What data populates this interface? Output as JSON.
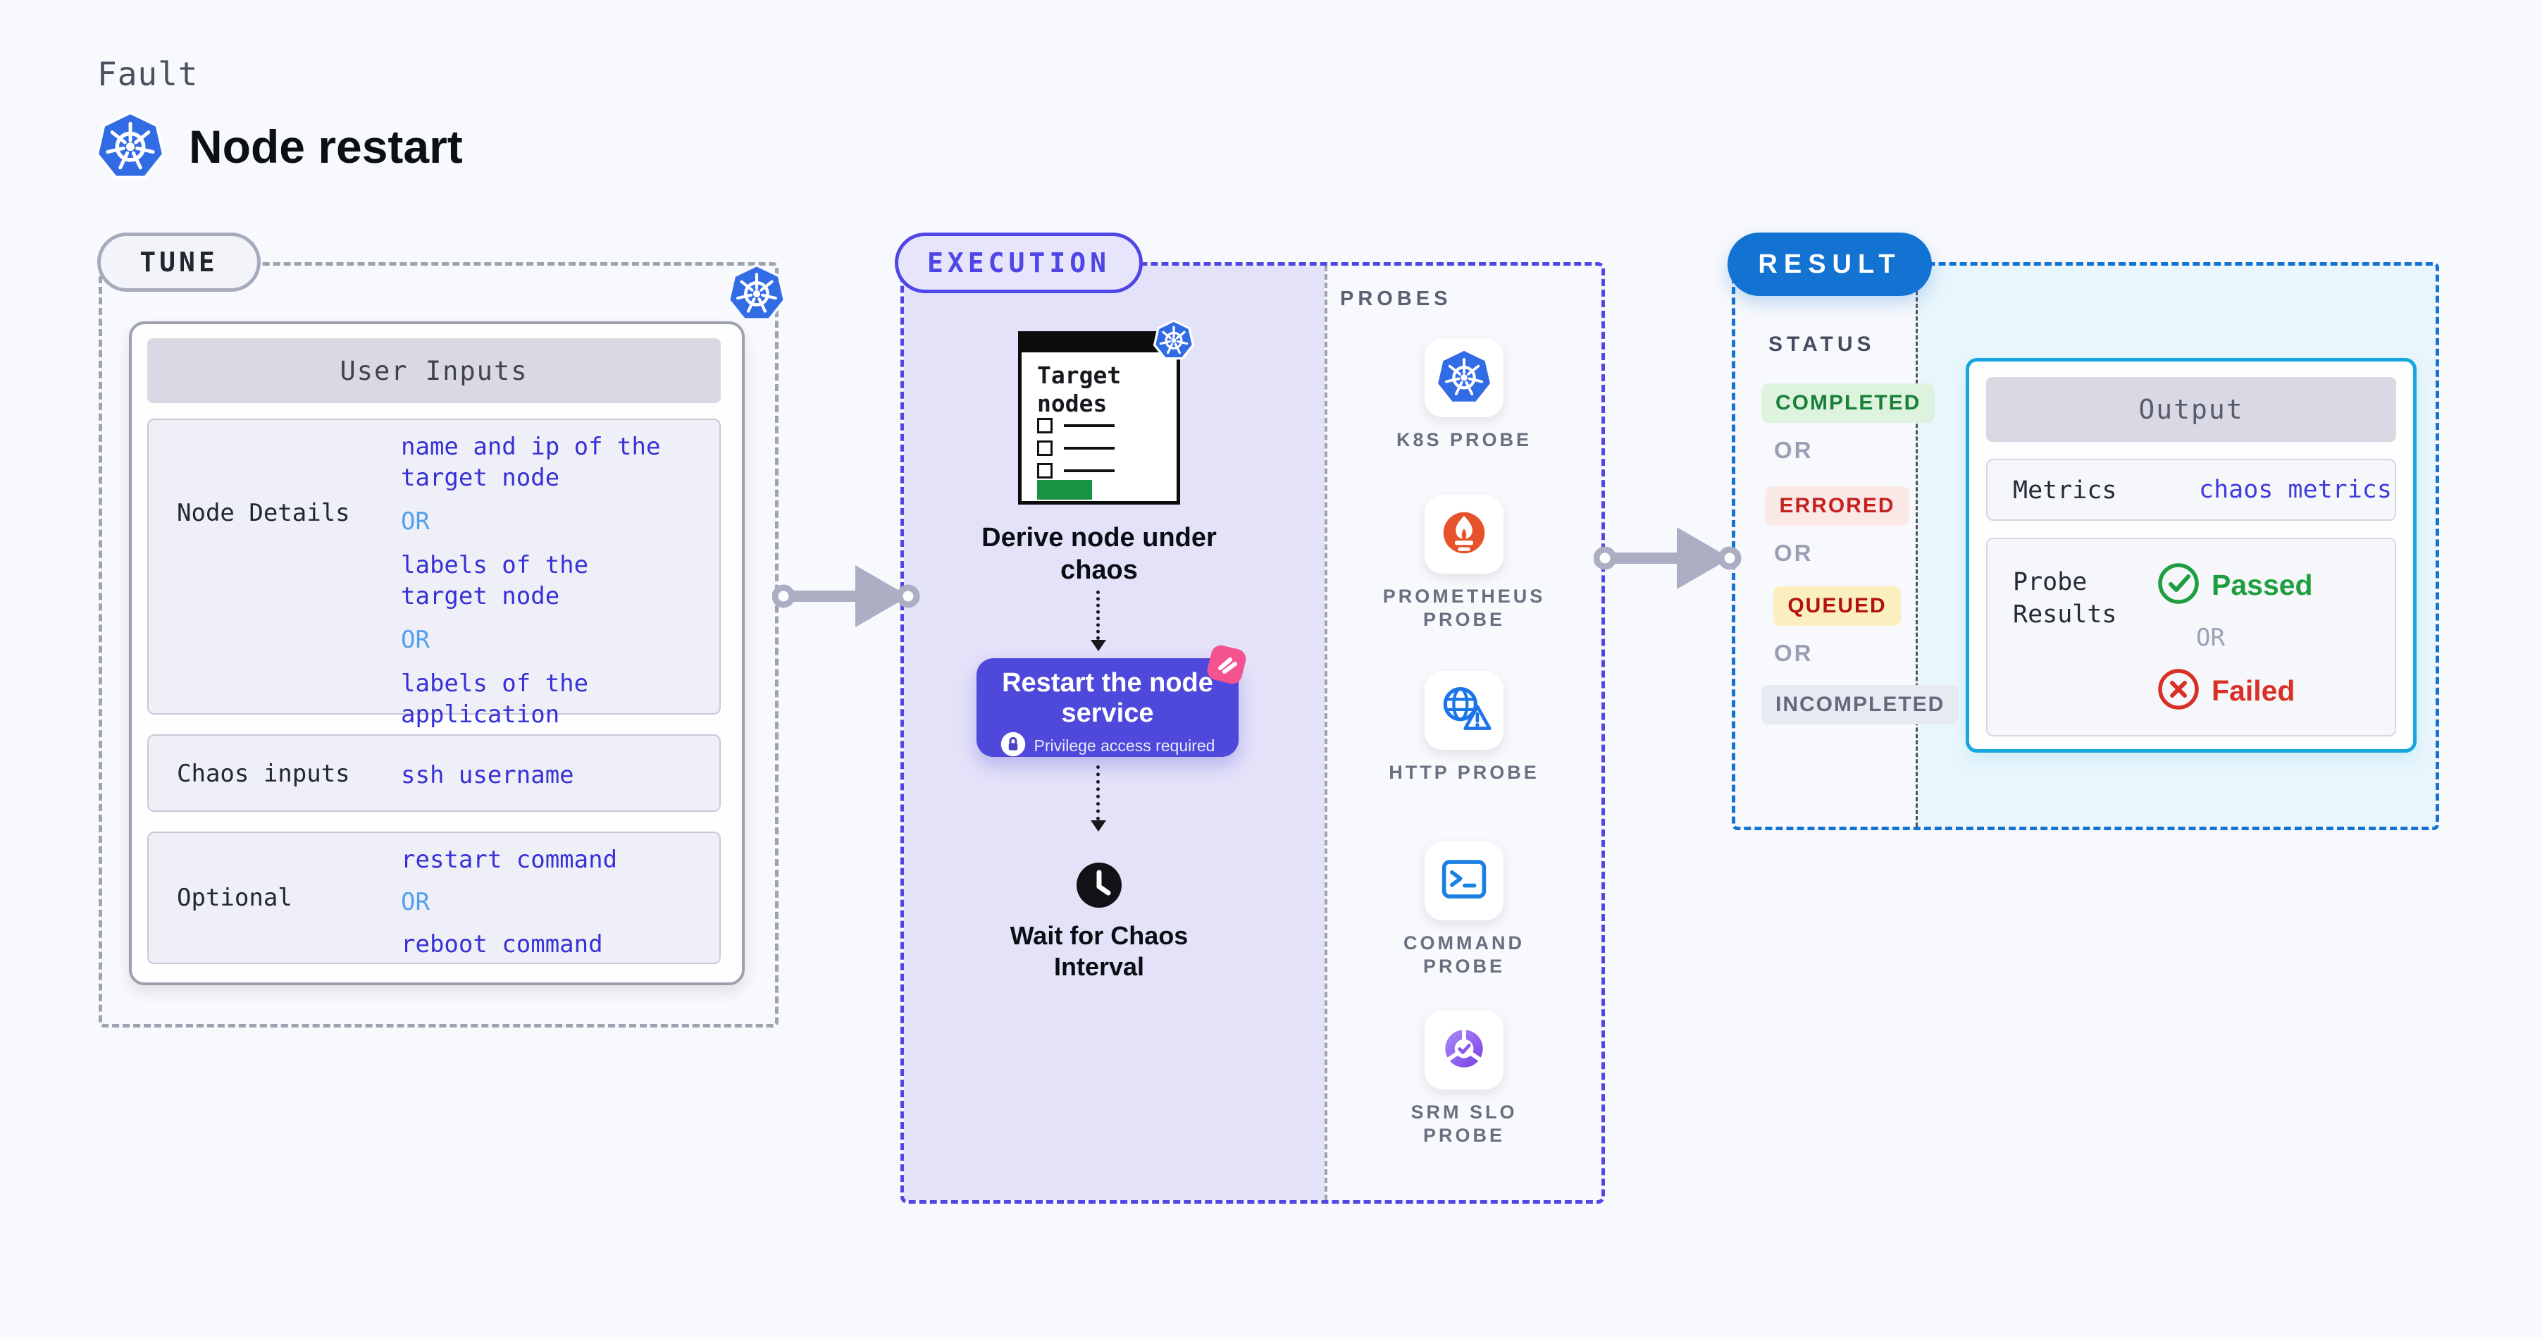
{
  "header": {
    "eyebrow": "Fault",
    "title": "Node restart",
    "icon": "kubernetes-logo"
  },
  "tune": {
    "label": "TUNE",
    "table_header": "User Inputs",
    "or_label": "OR",
    "rows": [
      {
        "label": "Node Details",
        "segments": [
          {
            "type": "value",
            "text": "name and ip of the\ntarget node"
          },
          {
            "type": "or",
            "text": "OR"
          },
          {
            "type": "value",
            "text": "labels of the\ntarget node"
          },
          {
            "type": "or",
            "text": "OR"
          },
          {
            "type": "value",
            "text": "labels of the application\n scheduled on target node"
          }
        ]
      },
      {
        "label": "Chaos inputs",
        "segments": [
          {
            "type": "value",
            "text": "ssh username"
          }
        ]
      },
      {
        "label": "Optional",
        "segments": [
          {
            "type": "value",
            "text": "restart command"
          },
          {
            "type": "or",
            "text": "OR"
          },
          {
            "type": "value",
            "text": "reboot command"
          }
        ]
      }
    ]
  },
  "execution": {
    "label": "EXECUTION",
    "target_card": {
      "title": "Target\nnodes",
      "icon": "kubernetes-icon"
    },
    "derive_label": "Derive node under\nchaos",
    "restart": {
      "title": "Restart the node\nservice",
      "subtitle": "Privilege access required",
      "icon": "lock-icon",
      "corner_icon": "chaos-pink-icon"
    },
    "wait_label": "Wait for Chaos\nInterval",
    "wait_icon": "clock-icon"
  },
  "probes": {
    "label": "PROBES",
    "items": [
      {
        "name": "K8S PROBE",
        "icon": "kubernetes-icon"
      },
      {
        "name": "PROMETHEUS\nPROBE",
        "icon": "prometheus-icon"
      },
      {
        "name": "HTTP PROBE",
        "icon": "globe-warning-icon"
      },
      {
        "name": "COMMAND\nPROBE",
        "icon": "terminal-icon"
      },
      {
        "name": "SRM SLO\nPROBE",
        "icon": "slo-donut-check-icon"
      }
    ]
  },
  "result": {
    "label": "RESULT",
    "status_label": "STATUS",
    "or_label": "OR",
    "statuses": [
      {
        "text": "COMPLETED",
        "fg": "#188038",
        "bg": "#DEF3DE"
      },
      {
        "text": "ERRORED",
        "fg": "#C5221F",
        "bg": "#FBE9E8"
      },
      {
        "text": "QUEUED",
        "fg": "#B3120E",
        "bg": "#FBEFC0"
      },
      {
        "text": "INCOMPLETED",
        "fg": "#616A7C",
        "bg": "#E8EAF1"
      }
    ],
    "output": {
      "header": "Output",
      "metrics_label": "Metrics",
      "metrics_value": "chaos metrics",
      "probe_results_label": "Probe\nResults",
      "passed": "Passed",
      "or_label": "OR",
      "failed": "Failed",
      "passed_icon": "check-circle-icon",
      "failed_icon": "x-circle-icon"
    }
  },
  "colors": {
    "page_bg": "#F8F9FD",
    "value_blue": "#3731D6",
    "or_light_blue": "#53A0EE",
    "execution_accent": "#4F46E5",
    "execution_fill": "#E4E2F8",
    "restart_button": "#4F49DB",
    "chaos_pink": "#F4538F",
    "result_accent": "#1273D2",
    "result_fill": "#E9F6FC",
    "output_border": "#16A7DC",
    "kubernetes_blue": "#326CE5",
    "prometheus_orange": "#E6522C",
    "http_blue": "#1B74E8",
    "command_blue": "#1B7FE4",
    "srm_purple": "#7B3FE4",
    "green_bar": "#169443",
    "passed_green": "#1E9E3E",
    "failed_red": "#D93025",
    "arrow_gray": "#ACAEC4"
  }
}
